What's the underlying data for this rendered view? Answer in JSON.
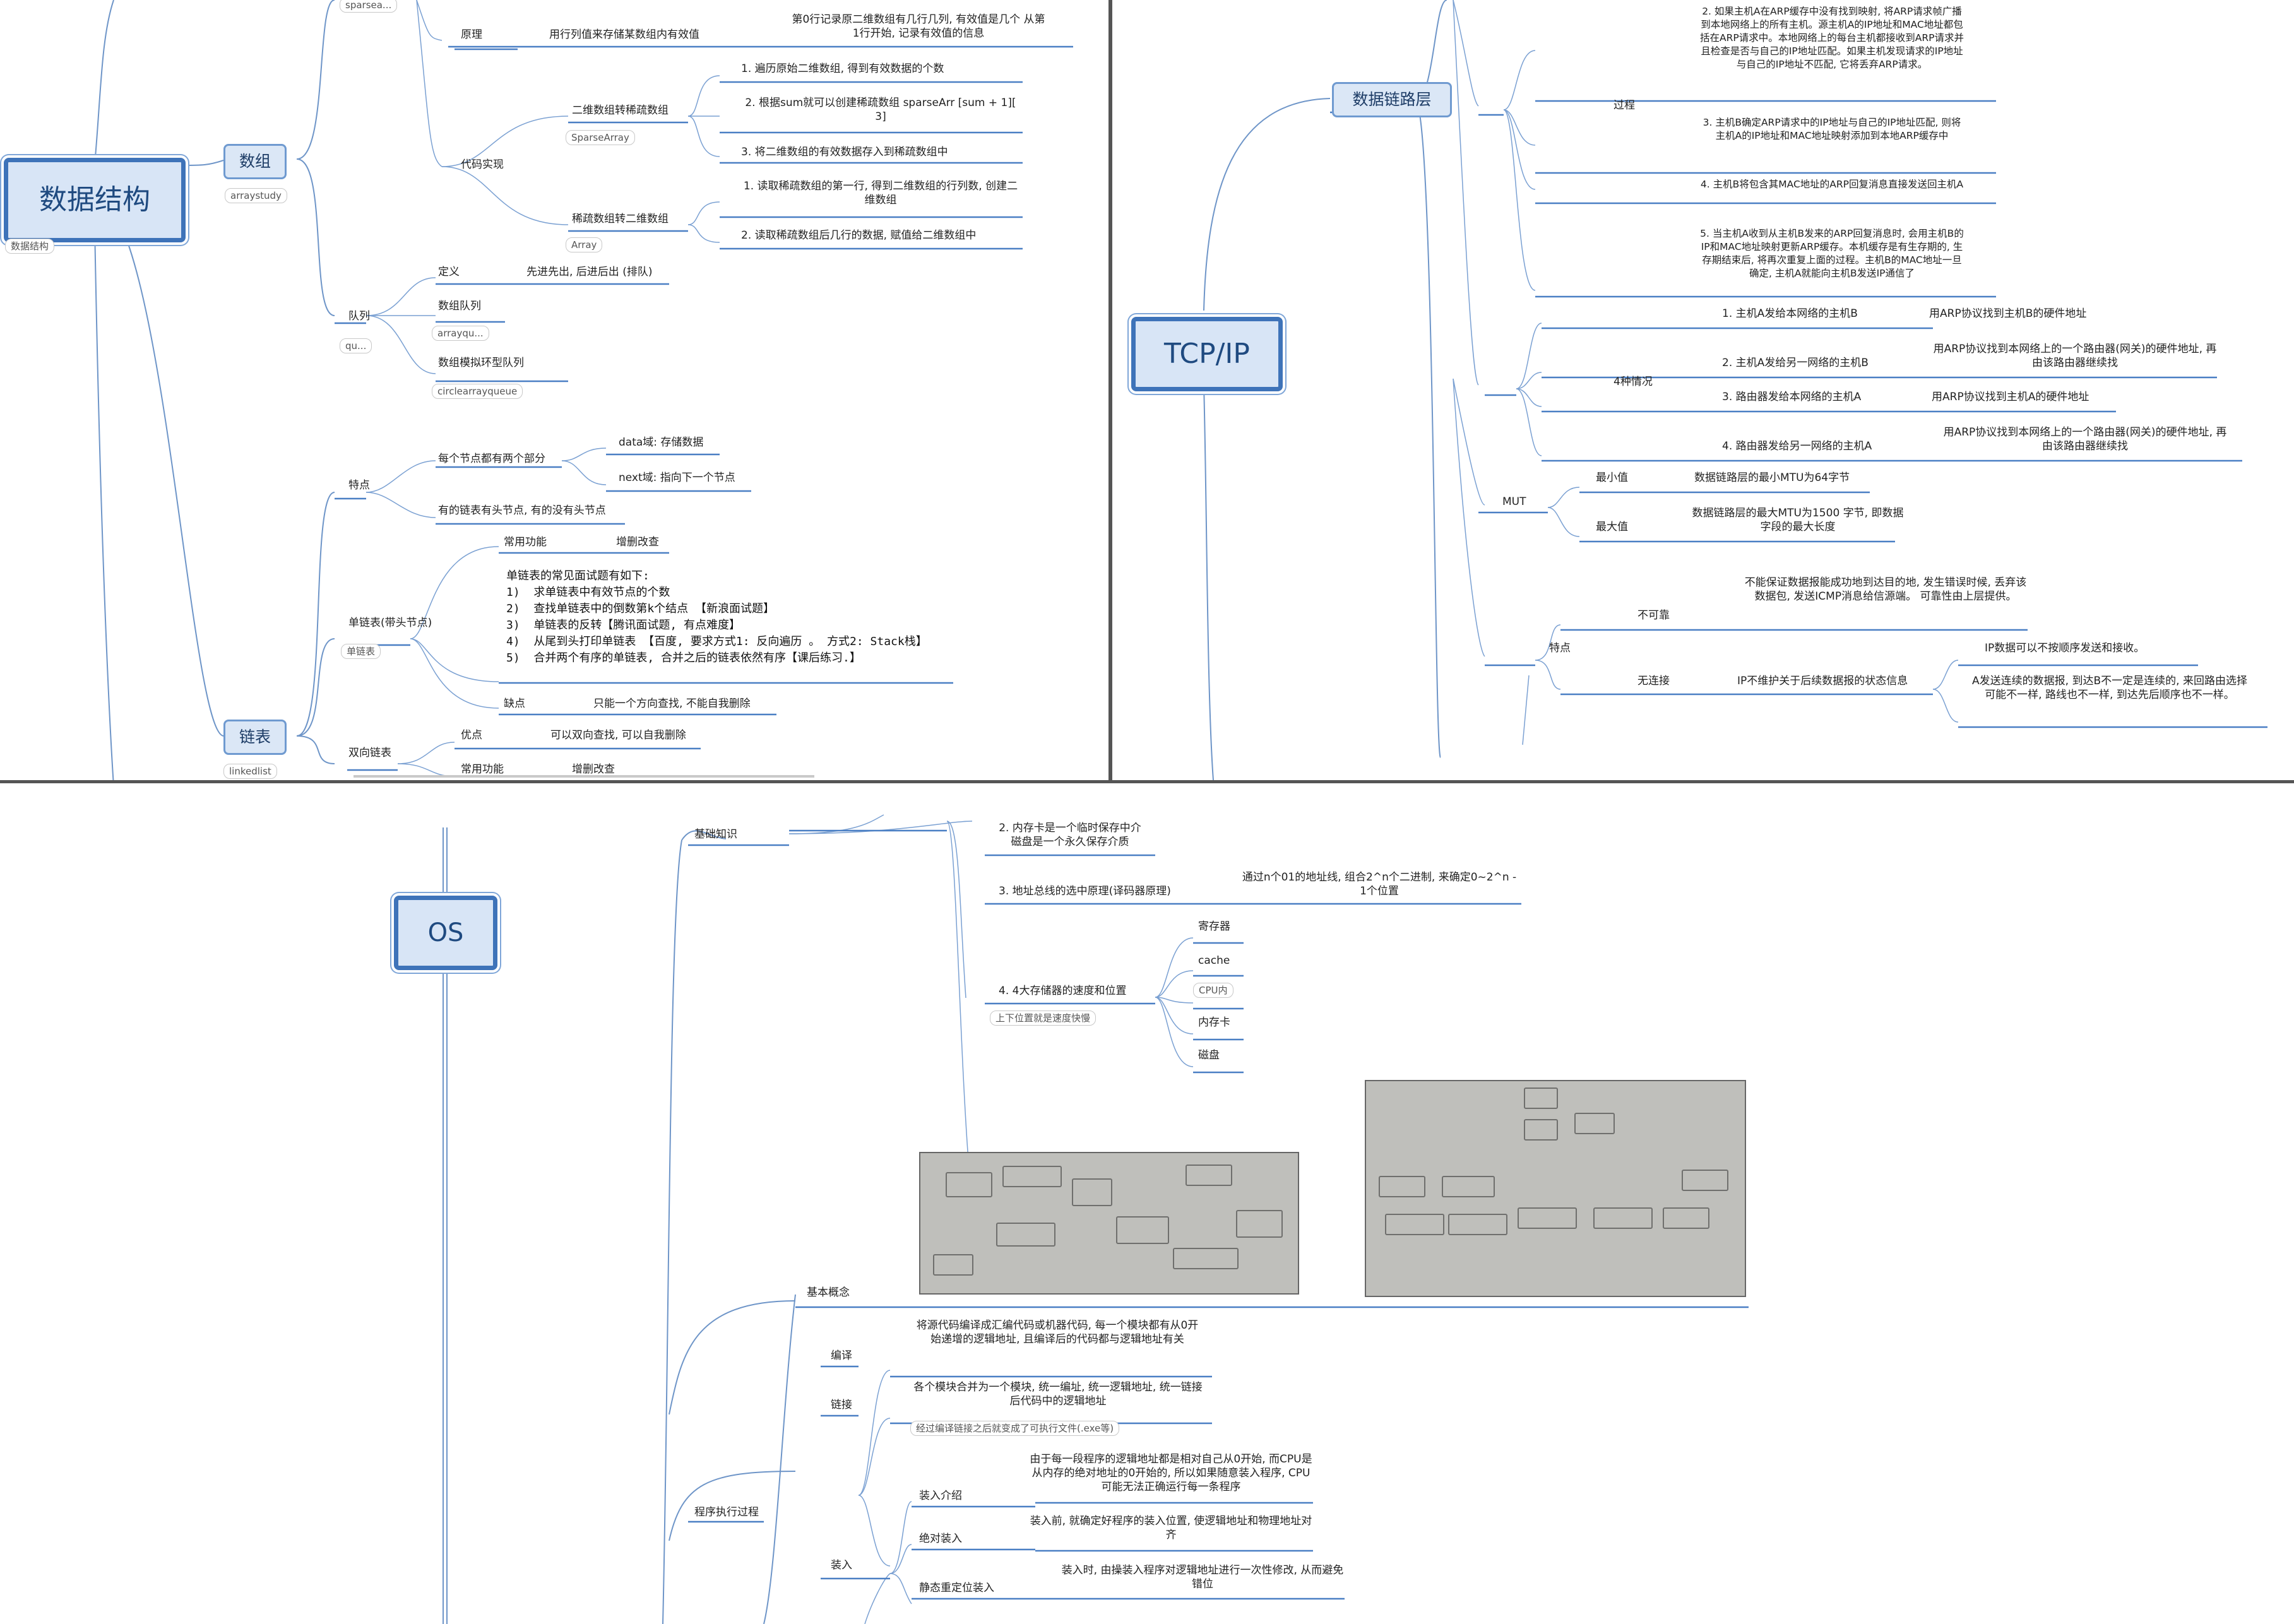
{
  "ds": {
    "root": "数据结构",
    "root_sub": "数据结构",
    "array": {
      "label": "数组",
      "sub": "arraystudy"
    },
    "top_sub": "sparsea...",
    "principle": {
      "label": "原理",
      "desc": "用行列值来存储某数组内有效值",
      "row0": "第0行记录原二维数组有几行几列, 有效值是几个 从第1行开始, 记录有效值的信息"
    },
    "code": {
      "label": "代码实现"
    },
    "to_sparse": {
      "label": "二维数组转稀疏数组",
      "sub": "SparseArray",
      "steps": [
        "1. 遍历原始二维数组, 得到有效数据的个数",
        "2. 根据sum就可以创建稀疏数组 sparseArr [sum + 1][ 3]",
        "3. 将二维数组的有效数据存入到稀疏数组中"
      ]
    },
    "to_2d": {
      "label": "稀疏数组转二维数组",
      "sub": "Array",
      "steps": [
        "1. 读取稀疏数组的第一行, 得到二维数组的行列数, 创建二维数组",
        "2. 读取稀疏数组后几行的数据, 赋值给二维数组中"
      ]
    },
    "queue": {
      "label": "队列",
      "sub": "qu...",
      "def_label": "定义",
      "def": "先进先出, 后进后出 (排队)",
      "array_queue": "数组队列",
      "array_queue_sub": "arrayqu...",
      "circle": "数组模拟环型队列",
      "circle_sub": "circlearrayqueue"
    },
    "linked": {
      "label": "链表",
      "sub": "linkedlist"
    },
    "feature": {
      "label": "特点",
      "two_parts": "每个节点都有两个部分",
      "data_field": "data域: 存储数据",
      "next_field": "next域: 指向下一个节点",
      "head": "有的链表有头节点, 有的没有头节点"
    },
    "single": {
      "label": "单链表(带头节点)",
      "sub": "单链表",
      "common": "常用功能",
      "crud": "增删改查",
      "questions": "单链表的常见面试题有如下:\n1)  求单链表中有效节点的个数\n2)  查找单链表中的倒数第k个结点 【新浪面试题】\n3)  单链表的反转【腾讯面试题, 有点难度】\n4)  从尾到头打印单链表 【百度, 要求方式1: 反向遍历 。 方式2: Stack栈】\n5)  合并两个有序的单链表, 合并之后的链表依然有序【课后练习.】",
      "cons_label": "缺点",
      "cons": "只能一个方向查找, 不能自我删除"
    },
    "double": {
      "label": "双向链表",
      "pros_label": "优点",
      "pros": "可以双向查找, 可以自我删除",
      "common": "常用功能",
      "crud": "增删改查"
    }
  },
  "tcp": {
    "root": "TCP/IP",
    "dll": "数据链路层",
    "process_label": "过程",
    "process_steps": [
      "2. 如果主机A在ARP缓存中没有找到映射, 将ARP请求帧广播到本地网络上的所有主机。源主机A的IP地址和MAC地址都包括在ARP请求中。本地网络上的每台主机都接收到ARP请求并且检查是否与自己的IP地址匹配。如果主机发现请求的IP地址与自己的IP地址不匹配, 它将丢弃ARP请求。",
      "3. 主机B确定ARP请求中的IP地址与自己的IP地址匹配, 则将主机A的IP地址和MAC地址映射添加到本地ARP缓存中",
      "4. 主机B将包含其MAC地址的ARP回复消息直接发送回主机A",
      "5. 当主机A收到从主机B发来的ARP回复消息时, 会用主机B的IP和MAC地址映射更新ARP缓存。本机缓存是有生存期的, 生存期结束后, 将再次重复上面的过程。主机B的MAC地址一旦确定, 主机A就能向主机B发送IP通信了"
    ],
    "cases_label": "4种情况",
    "cases": [
      {
        "k": "1. 主机A发给本网络的主机B",
        "v": "用ARP协议找到主机B的硬件地址"
      },
      {
        "k": "2. 主机A发给另一网络的主机B",
        "v": "用ARP协议找到本网络上的一个路由器(网关)的硬件地址, 再由该路由器继续找"
      },
      {
        "k": "3. 路由器发给本网络的主机A",
        "v": "用ARP协议找到主机A的硬件地址"
      },
      {
        "k": "4. 路由器发给另一网络的主机A",
        "v": "用ARP协议找到本网络上的一个路由器(网关)的硬件地址, 再由该路由器继续找"
      }
    ],
    "mut_label": "MUT",
    "mut_min_label": "最小值",
    "mut_min": "数据链路层的最小MTU为64字节",
    "mut_max_label": "最大值",
    "mut_max": "数据链路层的最大MTU为1500 字节, 即数据字段的最大长度",
    "features_label": "特点",
    "unreliable_label": "不可靠",
    "unreliable": "不能保证数据报能成功地到达目的地, 发生错误时候, 丢弃该数据包, 发送ICMP消息给信源端。 可靠性由上层提供。",
    "connless_label": "无连接",
    "connless": "IP不维护关于后续数据报的状态信息",
    "connless_a": "IP数据可以不按顺序发送和接收。",
    "connless_b": "A发送连续的数据报, 到达B不一定是连续的, 来回路由选择可能不一样, 路线也不一样, 到达先后顺序也不一样。"
  },
  "os": {
    "root": "OS",
    "basics": "基础知识",
    "b_item2": "2. 内存卡是一个临时保存中介\n磁盘是一个永久保存介质",
    "b_item3": "3. 地址总线的选中原理(译码器原理)",
    "b_item3_desc": "通过n个01的地址线, 组合2^n个二进制, 来确定0~2^n - 1个位置",
    "b_item4": "4. 4大存储器的速度和位置",
    "b_item4_sub": "上下位置就是速度快慢",
    "storages": [
      "寄存器",
      "cache",
      "CPU内",
      "内存卡",
      "磁盘"
    ],
    "concept": "基本概念",
    "exec": "程序执行过程",
    "compile_label": "编译",
    "compile": "将源代码编译成汇编代码或机器代码, 每一个模块都有从0开始递增的逻辑地址, 且编译后的代码都与逻辑地址有关",
    "link_label": "链接",
    "link": "各个模块合并为一个模块, 统一编址, 统一逻辑地址, 统一链接后代码中的逻辑地址",
    "link_sub": "经过编译链接之后就变成了可执行文件(.exe等)",
    "load_label": "装入",
    "load_intro_label": "装入介绍",
    "load_intro": "由于每一段程序的逻辑地址都是相对自己从0开始, 而CPU是从内存的绝对地址的0开始的, 所以如果随意装入程序, CPU可能无法正确运行每一条程序",
    "abs_label": "绝对装入",
    "abs": "装入前, 就确定好程序的装入位置, 使逻辑地址和物理地址对齐",
    "static_label": "静态重定位装入",
    "static": "装入时, 由操装入程序对逻辑地址进行一次性修改, 从而避免错位"
  }
}
